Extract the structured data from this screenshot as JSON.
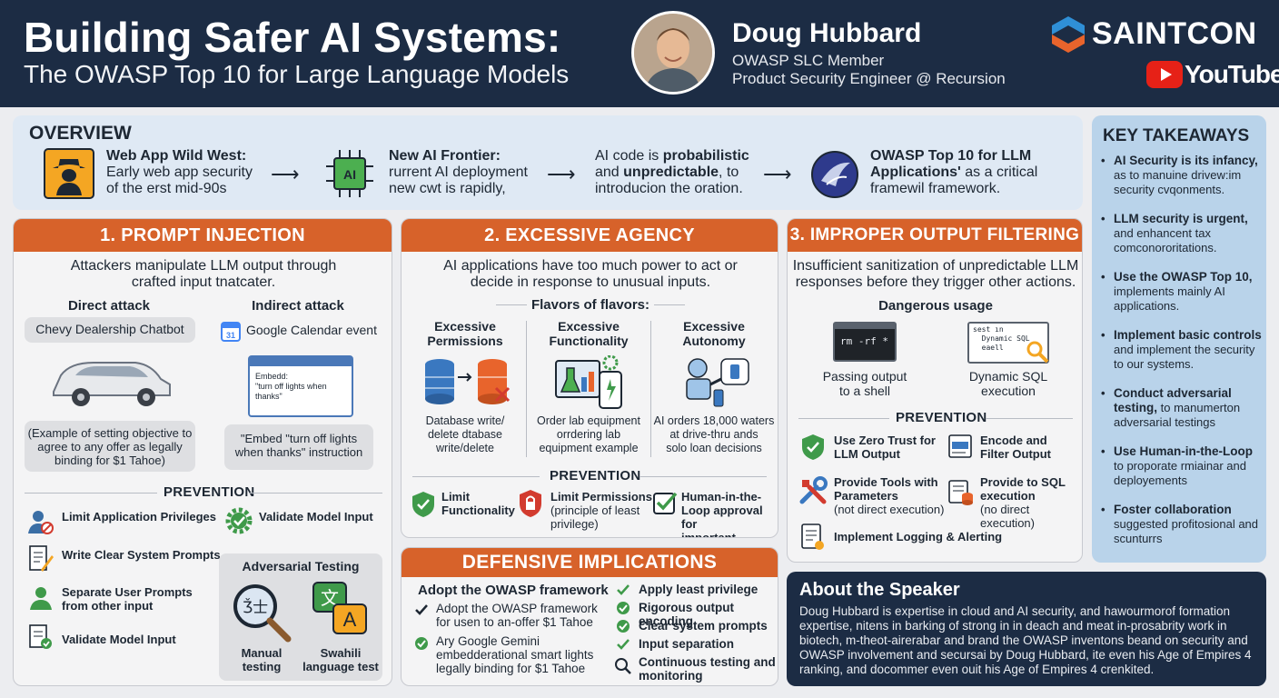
{
  "header": {
    "title_line1": "Building Safer AI Systems:",
    "title_line2": "The OWASP Top 10 for Large Language Models",
    "speaker_name": "Doug Hubbard",
    "speaker_role1": "OWASP SLC Member",
    "speaker_role2": "Product Security Engineer @ Recursion",
    "brand": "SAINTCON",
    "youtube": "YouTube"
  },
  "overview": {
    "title": "OVERVIEW",
    "items": [
      {
        "bold": "Web App Wild West:",
        "l2": "Early web app security",
        "l3": "of the erst mid-90s"
      },
      {
        "bold": "New AI Frontier:",
        "l2": "rurrent AI deployment",
        "l3": "new cwt is rapidly,"
      },
      {
        "pre": "AI code is ",
        "b1": "probabilistic",
        "l2pre": "and ",
        "b2": "unpredictable",
        "l2post": ", to",
        "l3": "introducion the oration."
      },
      {
        "bold1": "OWASP Top 10 for LLM",
        "bold2": "Applications'",
        "l2post": " as a critical",
        "l3": "framewil framework."
      }
    ]
  },
  "prompt_injection": {
    "title": "1. PROMPT INJECTION",
    "intro1": "Attackers manipulate LLM output through",
    "intro2": "crafted input tnatcater.",
    "direct_head": "Direct attack",
    "indirect_head": "Indirect attack",
    "direct_label": "Chevy Dealership Chatbot",
    "indirect_label": "Google Calendar event",
    "cal_text1": "Embedd:",
    "cal_text2": "\"turn off lights when",
    "cal_text3": "thanks\"",
    "cal_icon": "31",
    "direct_note1": "(Example of setting objective to",
    "direct_note2": "agree to any offer as legally",
    "direct_note3": "binding for $1 Tahoe)",
    "indirect_note1": "\"Embed \"turn off lights",
    "indirect_note2": "when thanks\" instruction",
    "prevention": "PREVENTION",
    "prev_items": [
      "Limit Application Privileges",
      "Validate Model Input",
      "Write Clear System Prompts",
      "Separate User Prompts",
      "from other input",
      "Validate Model Input"
    ],
    "adv_head": "Adversarial Testing",
    "adv_manual1": "Manual",
    "adv_manual2": "testing",
    "adv_swahili1": "Swahili",
    "adv_swahili2": "language test",
    "adv_glyph1": "Ǯ士",
    "adv_glyph2": "文",
    "adv_glyph3": "A"
  },
  "excessive_agency": {
    "title": "2. EXCESSIVE AGENCY",
    "intro1": "AI applications have too much power to act or",
    "intro2": "decide in response to unusual inputs.",
    "flavors": "Flavors of flavors:",
    "cols": [
      {
        "h1": "Excessive",
        "h2": "Permissions",
        "n1": "Database write/",
        "n2": "delete dtabase",
        "n3": "write/delete"
      },
      {
        "h1": "Excessive",
        "h2": "Functionality",
        "n1": "Order lab equipment",
        "n2": "orrdering lab",
        "n3": "equipment example"
      },
      {
        "h1": "Excessive",
        "h2": "Autonomy",
        "n1": "AI orders 18,000 waters",
        "n2": "at drive-thru ands",
        "n3": "solo loan decisions"
      }
    ],
    "prevention": "PREVENTION",
    "prev": [
      {
        "b1": "Limit",
        "b2": "Functionality"
      },
      {
        "b1": "Limit Permissions",
        "n1": "(principle of least",
        "n2": "privilege)"
      },
      {
        "b1": "Human-in-the-",
        "b2": "Loop approval for",
        "b3": "important actions"
      }
    ]
  },
  "output_filtering": {
    "title": "3. IMPROPER OUTPUT FILTERING",
    "intro1": "Insufficient sanitization of unpredictable LLM",
    "intro2": "responses before they trigger other actions.",
    "danger": "Dangerous usage",
    "terminal": "rm -rf *",
    "sql1": "sest ın",
    "sql2": "Dynamic SQL",
    "sql3": "eaell",
    "shell1": "Passing output",
    "shell2": "to a shell",
    "dsql1": "Dynamic SQL",
    "dsql2": "execution",
    "prevention": "PREVENTION",
    "items": [
      {
        "b1": "Use Zero Trust for",
        "b2": "LLM Output"
      },
      {
        "b1": "Encode and",
        "b2": "Filter Output"
      },
      {
        "b1": "Provide Tools with",
        "b2": "Parameters",
        "n": "(not direct execution)"
      },
      {
        "b1": "Provide to SQL",
        "b2": "execution",
        "n": "(no direct execution)"
      },
      {
        "b1": "Implement Logging & Alerting"
      }
    ]
  },
  "defensive": {
    "title": "DEFENSIVE IMPLICATIONS",
    "left_head": "Adopt the OWASP framework",
    "left1": [
      "Adopt the OWASP framework",
      "for usen to an-offer $1 Tahoe"
    ],
    "left2": [
      "Ary Google Gemini",
      "embedderational smart lights",
      "legally binding for $1 Tahoe"
    ],
    "right": [
      "Apply least privilege",
      "Rigorous output encoding",
      "Clear system prompts",
      "Input separation",
      "Continuous testing and",
      "monitoring"
    ]
  },
  "takeaways": {
    "title": "KEY TAKEAWAYS",
    "items": [
      {
        "b": "AI Security is its infancy,",
        "t": "as to manuine drivew:im security cvqonments."
      },
      {
        "b": "LLM security is urgent,",
        "t": "and enhancent tax comconororitations."
      },
      {
        "b": "Use the OWASP Top 10,",
        "t": "implements mainly AI applications."
      },
      {
        "b": "Implement basic controls",
        "t": "and implement the security to our systems."
      },
      {
        "b": "Conduct adversarial testing,",
        "t": "to manumerton adversarial testings"
      },
      {
        "b": "Use Human-in-the-Loop",
        "t": "to proporate rmiainar and deployements"
      },
      {
        "b": "Foster collaboration",
        "t": "suggested profitosional and scunturrs"
      }
    ]
  },
  "about": {
    "title": "About the Speaker",
    "body": "Doug Hubbard is expertise in cloud and AI security, and hawourmorof formation expertise, nitens in barking of strong in in deach and meat in-prosabrity work in biotech, m-theot-airerabar and brand the OWASP inventons beand on security and OWASP involvement and secursai by Doug Hubbard, ite even his Age of Empires 4 ranking, and docommer even ouit his Age of Empires 4 crenkited."
  },
  "colors": {
    "navy": "#1c2c44",
    "orange": "#d7622a",
    "overview_bg": "#dfe9f4",
    "takeaways_bg": "#b9d3ea",
    "check_green": "#3f9a4a"
  }
}
